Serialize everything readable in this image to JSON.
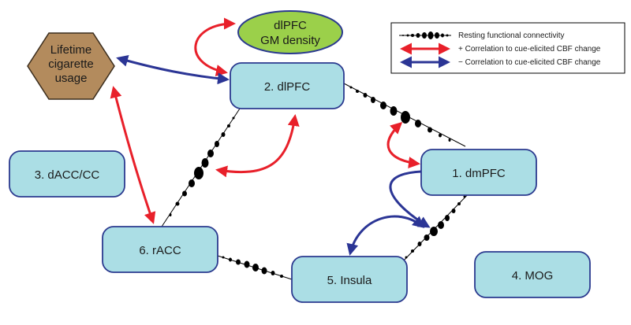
{
  "nodes": {
    "dlpfc": {
      "label": "2. dlPFC"
    },
    "dmpfc": {
      "label": "1. dmPFC"
    },
    "dacc": {
      "label": "3. dACC/CC"
    },
    "racc": {
      "label": "6. rACC"
    },
    "insula": {
      "label": "5. Insula"
    },
    "mog": {
      "label": "4. MOG"
    }
  },
  "gm_density": {
    "line1": "dlPFC",
    "line2": "GM density"
  },
  "cigarette": {
    "line1": "Lifetime",
    "line2": "cigarette",
    "line3": "usage"
  },
  "legend": {
    "resting": "Resting functional connectivity",
    "positive": "+ Correlation to cue-elicited CBF change",
    "negative": "− Correlation to cue-elicited CBF change"
  },
  "colors": {
    "node_fill": "#abdee5",
    "node_stroke": "#2b3a8f",
    "positive_arrow": "#e8202a",
    "negative_arrow": "#2b3595",
    "hexagon_fill": "#b38b5d",
    "ellipse_fill": "#9bd04a"
  }
}
